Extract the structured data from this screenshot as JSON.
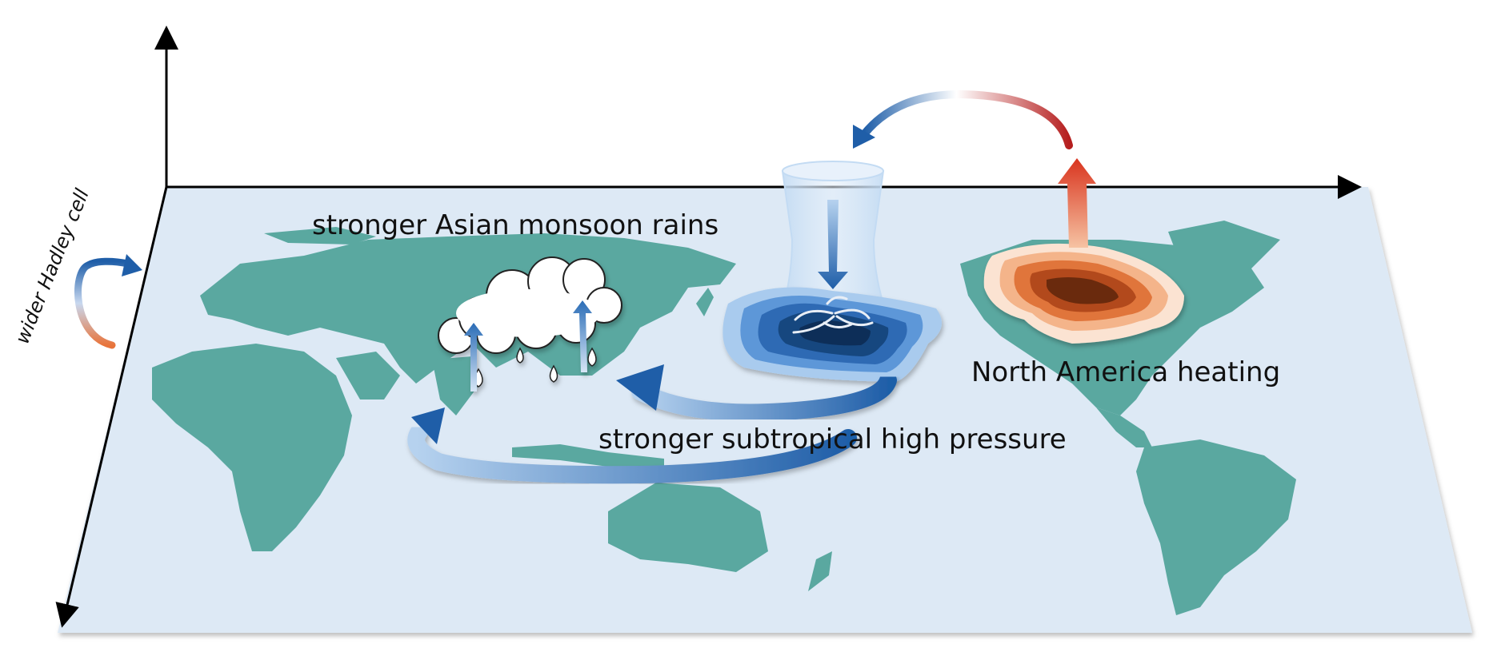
{
  "labels": {
    "hadley": "wider Hadley cell",
    "monsoon": "stronger Asian monsoon rains",
    "subtropical_high": "stronger subtropical high pressure",
    "na_heating": "North America heating"
  },
  "colors": {
    "ocean": "#dde9f5",
    "land": "#5aa8a0",
    "blue_dark": "#1f5ea8",
    "blue_light": "#a8c8ea",
    "red_dark": "#b51e1e",
    "orange": "#e8743b",
    "heat_core": "#6b2a0e"
  },
  "icons": {
    "rain_cloud": "cloud-rain-icon",
    "cyclone": "cyclone-icon",
    "downdraft": "subsidence-column-icon"
  }
}
